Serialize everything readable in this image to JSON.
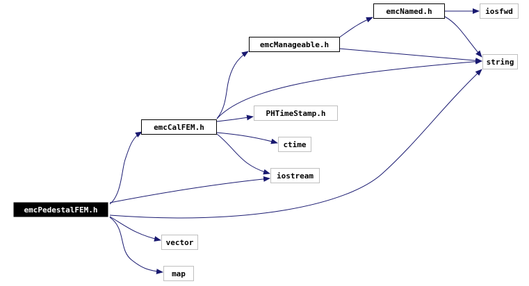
{
  "colors": {
    "edge": "#191970",
    "node_border_dark": "#000000",
    "node_border_light": "#bfbfbf",
    "root_fill": "#000000",
    "root_text": "#ffffff",
    "node_fill": "#ffffff",
    "node_text": "#000000"
  },
  "nodes": {
    "emcPedestalFEM": "emcPedestalFEM.h",
    "emcCalFEM": "emcCalFEM.h",
    "emcManageable": "emcManageable.h",
    "emcNamed": "emcNamed.h",
    "iosfwd": "iosfwd",
    "string": "string",
    "PHTimeStamp": "PHTimeStamp.h",
    "ctime": "ctime",
    "iostream": "iostream",
    "vector": "vector",
    "map": "map"
  },
  "edges": [
    [
      "emcPedestalFEM",
      "emcCalFEM"
    ],
    [
      "emcPedestalFEM",
      "iostream"
    ],
    [
      "emcPedestalFEM",
      "string"
    ],
    [
      "emcPedestalFEM",
      "vector"
    ],
    [
      "emcPedestalFEM",
      "map"
    ],
    [
      "emcCalFEM",
      "emcManageable"
    ],
    [
      "emcCalFEM",
      "string"
    ],
    [
      "emcCalFEM",
      "PHTimeStamp"
    ],
    [
      "emcCalFEM",
      "ctime"
    ],
    [
      "emcCalFEM",
      "iostream"
    ],
    [
      "emcManageable",
      "emcNamed"
    ],
    [
      "emcManageable",
      "string"
    ],
    [
      "emcNamed",
      "iosfwd"
    ],
    [
      "emcNamed",
      "string"
    ]
  ]
}
